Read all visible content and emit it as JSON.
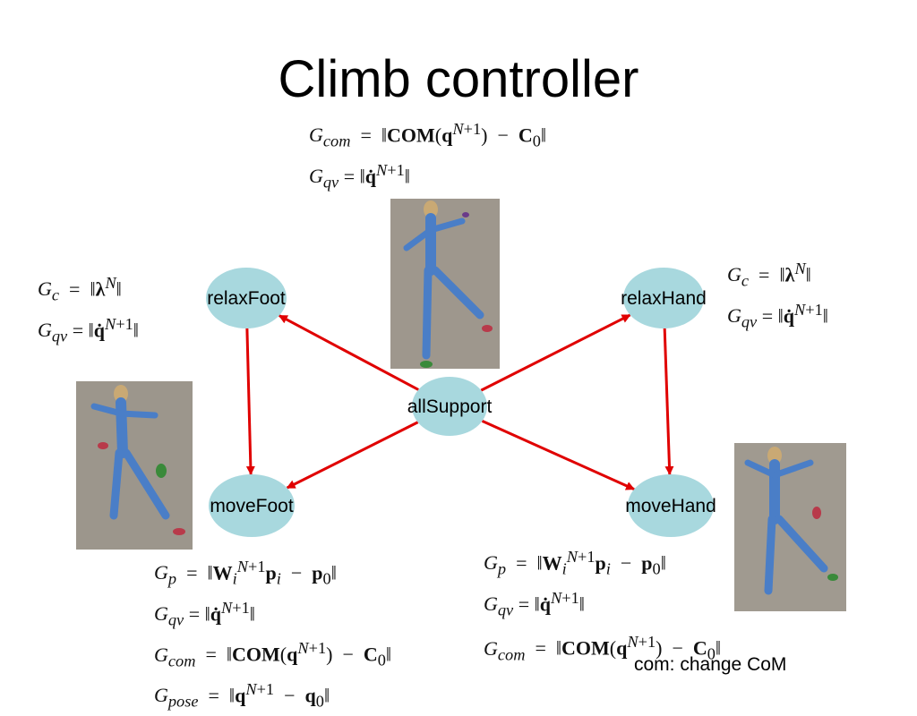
{
  "slide": {
    "title": "Climb controller",
    "note": "com: change CoM"
  },
  "diagram": {
    "node_color": "#a8d8de",
    "edge_color": "#e00000",
    "nodes": [
      {
        "id": "allSupport",
        "label": "allSupport"
      },
      {
        "id": "relaxFoot",
        "label": "relaxFoot"
      },
      {
        "id": "relaxHand",
        "label": "relaxHand"
      },
      {
        "id": "moveFoot",
        "label": "moveFoot"
      },
      {
        "id": "moveHand",
        "label": "moveHand"
      }
    ],
    "edges": [
      {
        "from": "allSupport",
        "to": "relaxFoot"
      },
      {
        "from": "allSupport",
        "to": "relaxHand"
      },
      {
        "from": "allSupport",
        "to": "moveFoot"
      },
      {
        "from": "allSupport",
        "to": "moveHand"
      },
      {
        "from": "relaxFoot",
        "to": "moveFoot"
      },
      {
        "from": "relaxHand",
        "to": "moveHand"
      }
    ]
  },
  "equations": {
    "top": [
      "G_com = ||COM(q^(N+1)) − C_0||",
      "G_qv = ||q̇^(N+1)||"
    ],
    "relax_foot": [
      "G_c = ||λ^N||",
      "G_qv = ||q̇^(N+1)||"
    ],
    "relax_hand": [
      "G_c = ||λ^N||",
      "G_qv = ||q̇^(N+1)||"
    ],
    "move_foot": [
      "G_p = ||W_i^(N+1) p_i − p_0||",
      "G_qv = ||q̇^(N+1)||",
      "G_com = ||COM(q^(N+1)) − C_0||",
      "G_pose = ||q^(N+1) − q_0||"
    ],
    "move_hand": [
      "G_p = ||W_i^(N+1) p_i − p_0||",
      "G_qv = ||q̇^(N+1)||",
      "G_com = ||COM(q^(N+1)) − C_0||"
    ]
  },
  "photos": [
    {
      "id": "climber-allsupport",
      "subject": "climbing-character"
    },
    {
      "id": "climber-movefoot",
      "subject": "climbing-character"
    },
    {
      "id": "climber-movehand",
      "subject": "climbing-character"
    }
  ]
}
